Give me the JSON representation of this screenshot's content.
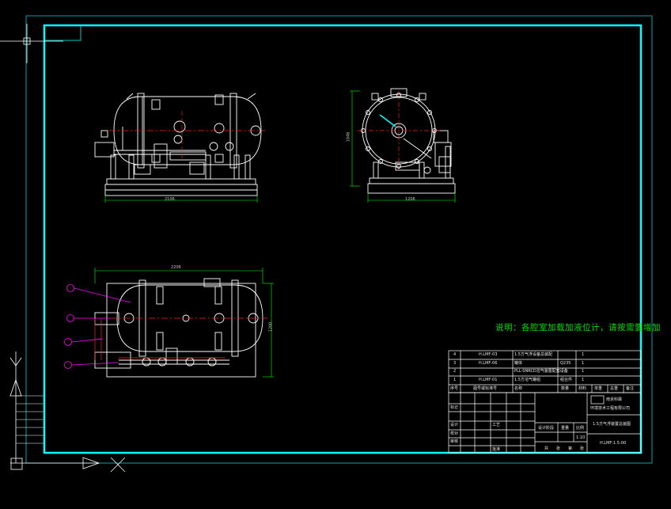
{
  "note_text": "说明：各腔室加载加液位计，请按需要增加",
  "dimensions": {
    "front_width": "2106",
    "side_width": "1206",
    "side_height": "1046",
    "plan_width": "2206",
    "plan_height": "1200"
  },
  "title_block": {
    "parts": [
      {
        "no": "4",
        "code": "H.LMF-03",
        "name": "1.5方气浮设备总装配",
        "qty": "1"
      },
      {
        "no": "3",
        "code": "H.LMF-06",
        "name": "罐体",
        "material": "Q235",
        "qty": "1"
      },
      {
        "no": "2",
        "code": "",
        "name": "PLL-SNRCD溶气装置配套设备",
        "qty": "1"
      },
      {
        "no": "1",
        "code": "H.LMF-01",
        "name": "1.5方溶气罐组",
        "material": "组合件",
        "qty": "1"
      }
    ],
    "header": [
      "序号",
      "图号或标准号",
      "名称",
      "数量",
      "材料",
      "单重",
      "总重",
      "备注"
    ],
    "company_1": "南京科霖",
    "company_2": "环境技术工程有限公司",
    "drawing_title": "1.5方气浮装置总装图",
    "drawing_no": "H.LMF-1.5-00",
    "stage_labels": [
      "设计阶段",
      "重量",
      "比例"
    ],
    "scale": "1:10",
    "left_labels": [
      "标记",
      "设计",
      "校对",
      "审核",
      "工艺",
      "批准"
    ],
    "sheet_labels": [
      "共",
      "张",
      "第",
      "张"
    ]
  },
  "colors": {
    "border": "#00ffff",
    "drawing": "#ffffff",
    "center_line": "#ff2020",
    "dimension": "#00ff00",
    "leader": "#ff00ff",
    "note": "#00e000"
  }
}
